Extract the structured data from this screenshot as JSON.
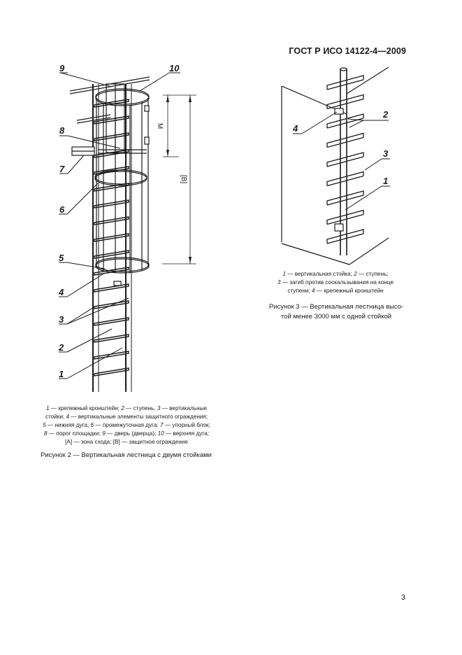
{
  "header": {
    "standard": "ГОСТ Р ИСО 14122-4—2009"
  },
  "figure2": {
    "labels": [
      "9",
      "10",
      "8",
      "7",
      "6",
      "5",
      "4",
      "3",
      "2",
      "1"
    ],
    "dim_m": "М",
    "dim_b": "[В]",
    "legend": [
      {
        "num": "1",
        "text": " — крепежный   кронштейн;  "
      },
      {
        "num": "2",
        "text": " — ступень,  "
      },
      {
        "num": "3",
        "text": " — вертикальные"
      },
      {
        "num": "",
        "text": "стойки; "
      },
      {
        "num": "4",
        "text": " — вертикальные элементы защитного ограждения;"
      },
      {
        "num": "5",
        "text": " — нижняя дуга; "
      },
      {
        "num": "6",
        "text": " — промежуточная дуга; "
      },
      {
        "num": "7",
        "text": " — упорный блок;"
      },
      {
        "num": "8",
        "text": " — порог площадки; "
      },
      {
        "num": "9",
        "text": " — дверь (дверца); "
      },
      {
        "num": "10",
        "text": " — верхняя дуга;"
      },
      {
        "num": "",
        "text": "[А] — зона схода; [В] — защитное ограждение"
      }
    ],
    "caption": "Рисунок 2 — Вертикальная лестница с двумя стойками"
  },
  "figure3": {
    "labels": [
      "4",
      "2",
      "3",
      "1"
    ],
    "legend": [
      {
        "num": "1",
        "text": " — вертикальная стойка; "
      },
      {
        "num": "2",
        "text": " — ступень;"
      },
      {
        "num": "3",
        "text": " — загиб против соскальзывания на конце"
      },
      {
        "num": "",
        "text": "ступени; "
      },
      {
        "num": "4",
        "text": " — крепежный кронштейн"
      }
    ],
    "caption_line1": "Рисунок 3 — Вертикальная лестница высо-",
    "caption_line2": "той менее 3000 мм с одной стойкой"
  },
  "page_number": "3"
}
